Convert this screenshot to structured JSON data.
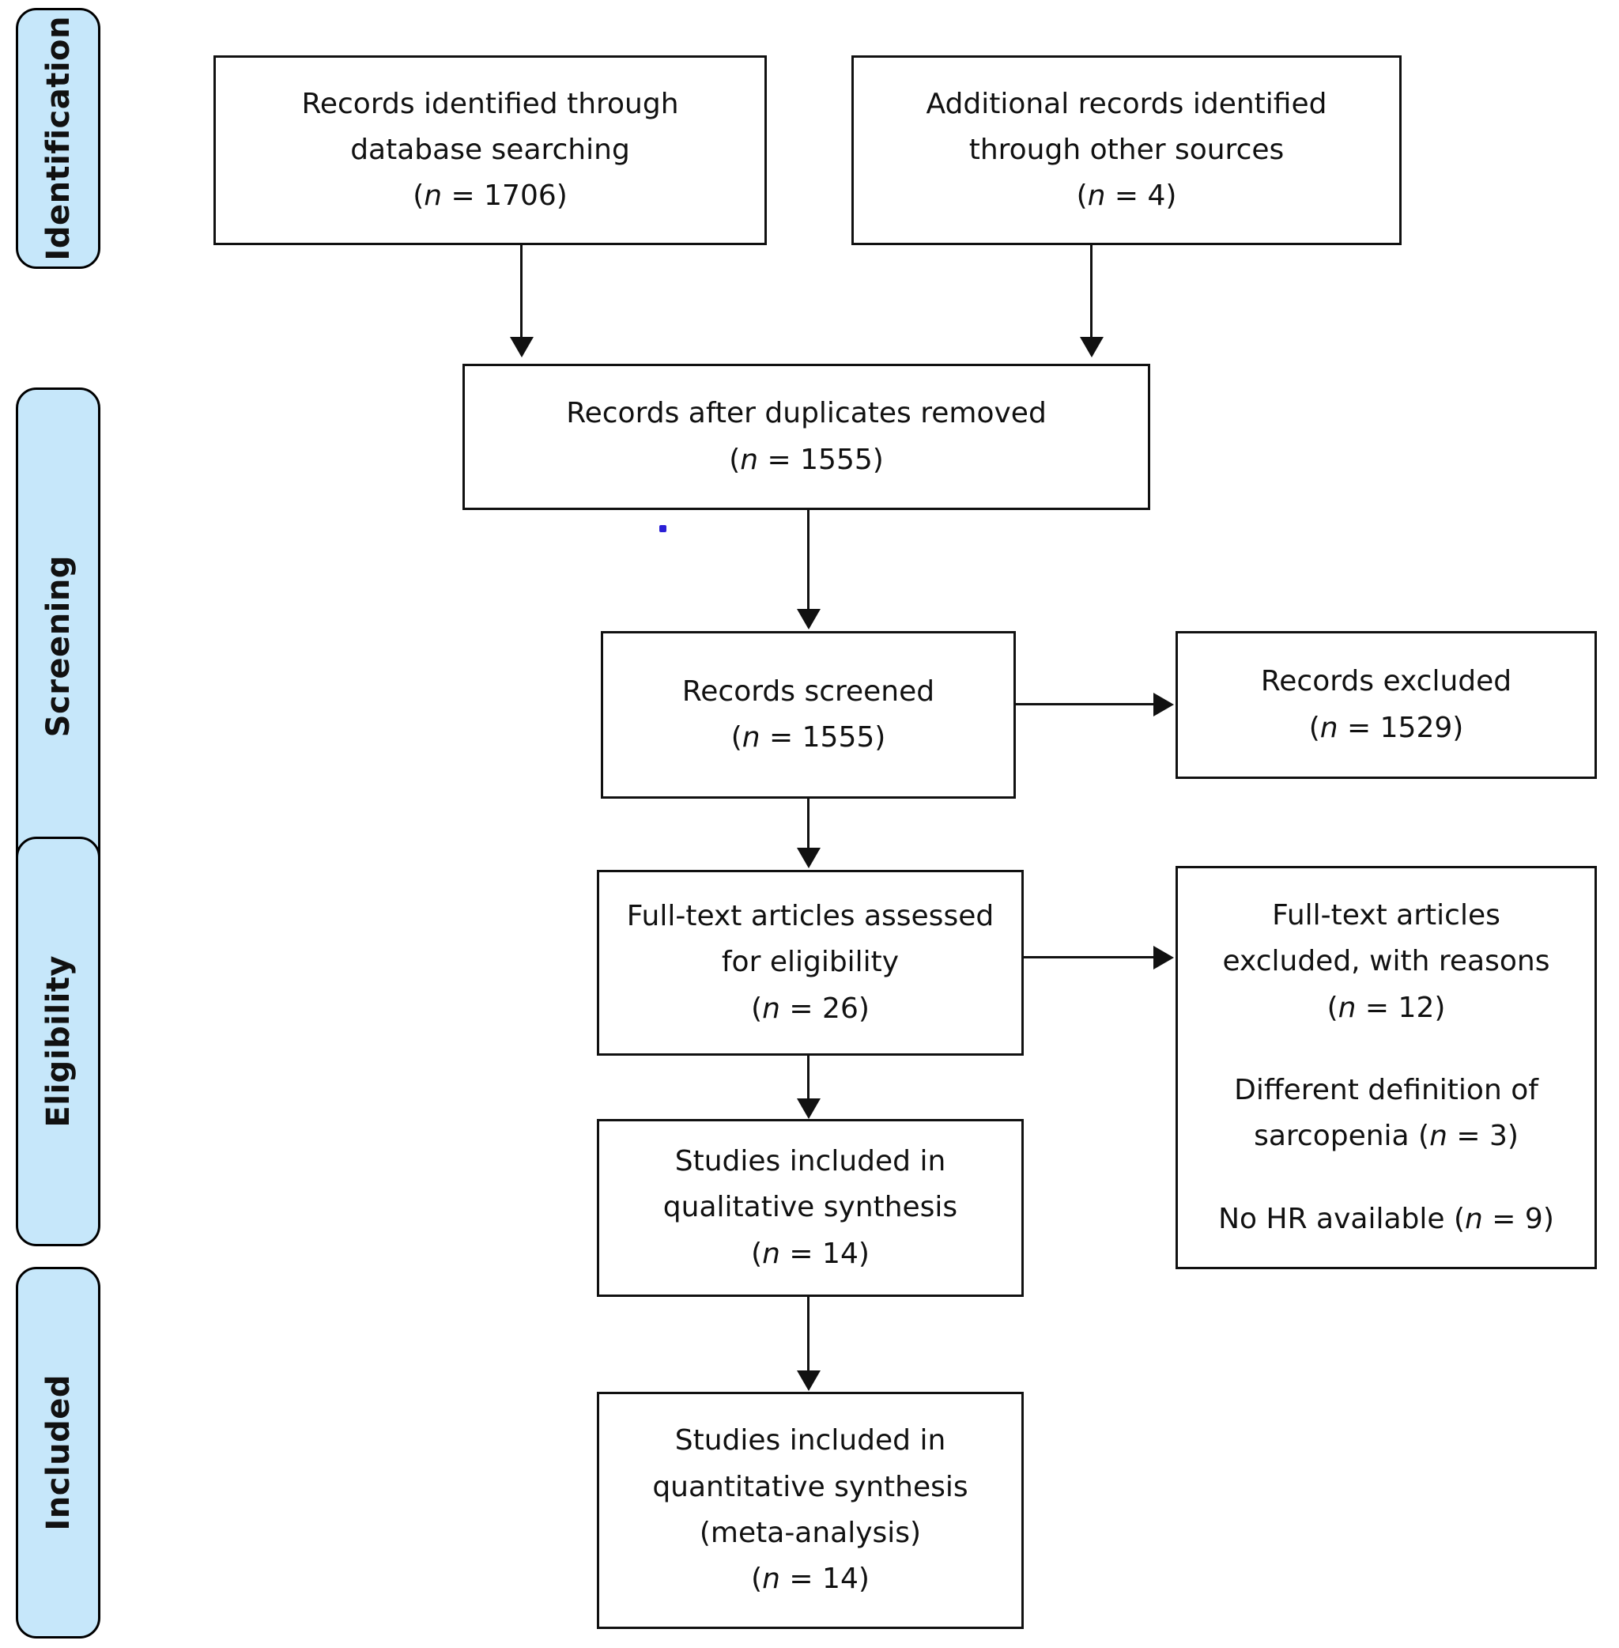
{
  "diagram": {
    "type": "prisma-flow-diagram",
    "stages": [
      {
        "name": "identification",
        "label": "Identification"
      },
      {
        "name": "screening",
        "label": "Screening"
      },
      {
        "name": "eligibility",
        "label": "Eligibility"
      },
      {
        "name": "included",
        "label": "Included"
      }
    ],
    "boxes": {
      "records_database": {
        "lines": [
          "Records identified through",
          "database searching"
        ],
        "count_prefix": "(",
        "count_var": "n",
        "count_text": " = 1706)",
        "n": 1706
      },
      "records_other": {
        "lines": [
          "Additional records identified",
          "through other sources"
        ],
        "count_prefix": "(",
        "count_var": "n",
        "count_text": " = 4)",
        "n": 4
      },
      "duplicates_removed": {
        "lines": [
          "Records after duplicates removed"
        ],
        "count_prefix": "(",
        "count_var": "n",
        "count_text": " = 1555)",
        "n": 1555
      },
      "records_screened": {
        "lines": [
          "Records screened"
        ],
        "count_prefix": "(",
        "count_var": "n",
        "count_text": " = 1555)",
        "n": 1555
      },
      "records_excluded": {
        "lines": [
          "Records excluded"
        ],
        "count_prefix": "(",
        "count_var": "n",
        "count_text": " = 1529)",
        "n": 1529
      },
      "fulltext_assessed": {
        "lines": [
          "Full-text articles  assessed",
          "for eligibility"
        ],
        "count_prefix": "(",
        "count_var": "n",
        "count_text": " = 26)",
        "n": 26
      },
      "fulltext_excluded": {
        "lines": [
          "Full-text articles",
          "excluded, with reasons"
        ],
        "count_prefix": "(",
        "count_var": "n",
        "count_text": " = 12)",
        "n": 12,
        "reasons": [
          {
            "text_a": "Different definition of",
            "text_b": "sarcopenia  (",
            "var": "n",
            "text_c": " = 3)",
            "n": 3
          },
          {
            "text_a": "No HR available (",
            "var": "n",
            "text_c": " = 9)",
            "n": 9
          }
        ]
      },
      "qualitative_synthesis": {
        "lines": [
          "Studies included in",
          "qualitative synthesis"
        ],
        "count_prefix": "(",
        "count_var": "n",
        "count_text": " = 14)",
        "n": 14
      },
      "quantitative_synthesis": {
        "lines": [
          "Studies included in",
          "quantitative synthesis",
          "(meta-analysis)"
        ],
        "count_prefix": "(",
        "count_var": "n",
        "count_text": " = 14)",
        "n": 14
      }
    },
    "colors": {
      "stage_fill": "#c6e7fa",
      "stroke": "#111111",
      "box_fill": "#ffffff",
      "artifact": "#2b1fd6"
    }
  }
}
